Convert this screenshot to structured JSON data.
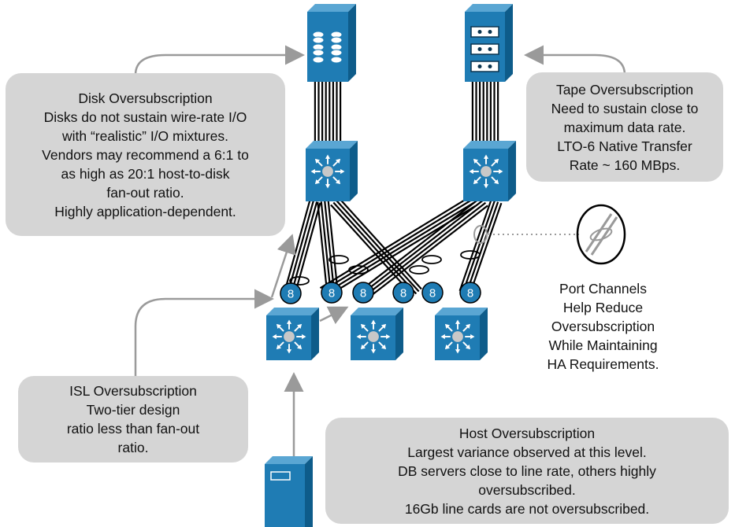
{
  "callouts": {
    "disk": {
      "lines": [
        "Disk Oversubscription",
        "Disks do not sustain wire-rate I/O",
        "with “realistic” I/O mixtures.",
        "Vendors may recommend a 6:1 to",
        "as high as 20:1 host-to-disk",
        "fan-out ratio.",
        "Highly application-dependent."
      ]
    },
    "tape": {
      "lines": [
        "Tape Oversubscription",
        "Need to sustain close to",
        "maximum data rate.",
        "LTO-6 Native Transfer",
        "Rate ~ 160 MBps."
      ]
    },
    "isl": {
      "lines": [
        "ISL Oversubscription",
        "Two-tier design",
        "ratio less than fan-out",
        "ratio."
      ]
    },
    "host": {
      "lines": [
        "Host Oversubscription",
        "Largest variance observed at this level.",
        "DB servers close to line rate, others highly",
        "oversubscribed.",
        "16Gb line cards are not oversubscribed."
      ]
    }
  },
  "port_channel_note": {
    "lines": [
      "Port Channels",
      "Help Reduce",
      "Oversubscription",
      "While Maintaining",
      "HA Requirements."
    ]
  },
  "link_badges": [
    "8",
    "8",
    "8",
    "8",
    "8",
    "8"
  ],
  "colors": {
    "device_blue": "#1f7cb4",
    "device_dark": "#0e5c8a",
    "callout_gray": "#d5d5d5",
    "arrow_gray": "#9a9a9a"
  },
  "icons": [
    "disk-array-icon",
    "tape-library-icon",
    "core-switch-icon",
    "edge-switch-icon",
    "server-icon",
    "port-channel-icon"
  ]
}
